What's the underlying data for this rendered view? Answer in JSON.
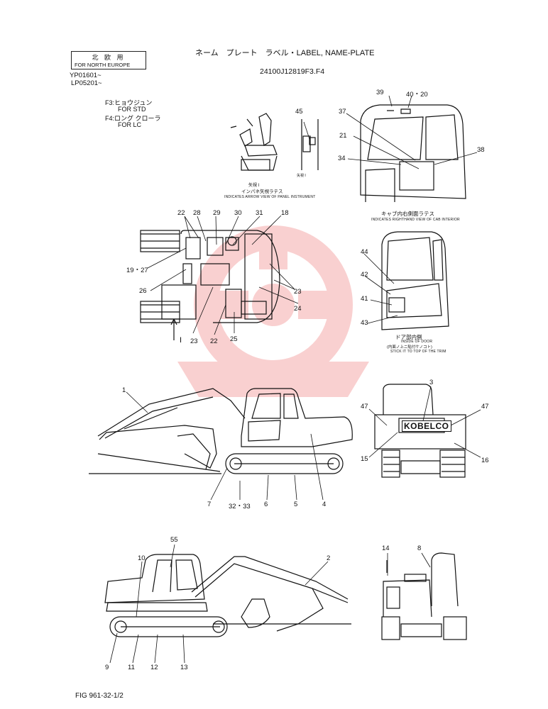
{
  "header": {
    "region_box_jp": "北 欧 用",
    "region_box_en": "FOR NORTH EUROPE",
    "serial_1": "YP01601~",
    "serial_2": "LP05201~",
    "title": "ネーム　プレート　ラベル・LABEL, NAME-PLATE",
    "part_number": "24100J12819F3.F4",
    "variant_f3_jp": "F3:ヒョウジュン",
    "variant_f3_en": "FOR STD",
    "variant_f4_jp": "F4:ロング クローラ",
    "variant_f4_en": "FOR LC"
  },
  "captions": {
    "arrow_view_title": "矢視 I",
    "arrow_view_jp": "インパネ矢視ラテス",
    "arrow_view_en": "INDICATES ARROW VIEW OF PANEL INSTRUMENT",
    "arrow_small": "矢視 I",
    "cab_jp": "キャブ内右側面ラテス",
    "cab_en": "INDICATES RIGHTHAND VIEW OF CAB INTERIOR",
    "door_title": "ドア部内側",
    "door_en": "INSIDE OF DOOR",
    "door_jp2": "(内面ノ上ニ貼付ケノコト)",
    "door_en2": "STICK IT TO TOP OF THE TRIM",
    "kobelco": "KOBELCO",
    "view_arrow": "I",
    "figure_no": "FIG 961-32-1/2"
  },
  "callouts": {
    "c39": "39",
    "c40_20": "40・20",
    "c37": "37",
    "c21": "21",
    "c34": "34",
    "c38": "38",
    "c45": "45",
    "c22a": "22",
    "c28": "28",
    "c29": "29",
    "c30": "30",
    "c31": "31",
    "c18": "18",
    "c19_27": "19・27",
    "c26": "26",
    "c23a": "23",
    "c24": "24",
    "c23b": "23",
    "c22b": "22",
    "c25": "25",
    "c44": "44",
    "c42": "42",
    "c41": "41",
    "c43": "43",
    "c1": "1",
    "c3": "3",
    "c47a": "47",
    "c47b": "47",
    "c15": "15",
    "c16": "16",
    "c7": "7",
    "c32_33": "32・33",
    "c6": "6",
    "c5": "5",
    "c4": "4",
    "c55": "55",
    "c10": "10",
    "c2": "2",
    "c14": "14",
    "c8": "8",
    "c9": "9",
    "c11": "11",
    "c12": "12",
    "c13": "13"
  },
  "colors": {
    "ink": "#111111",
    "watermark": "#e8302f"
  }
}
